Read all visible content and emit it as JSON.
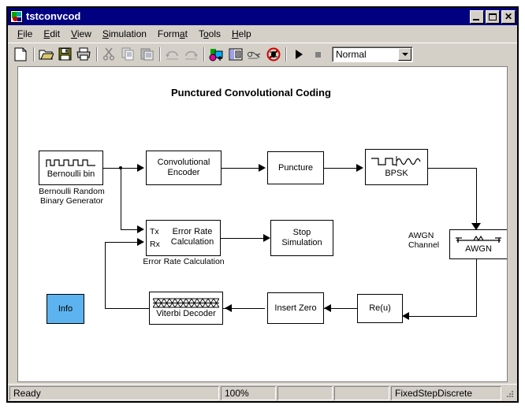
{
  "window": {
    "title": "tstconvcod",
    "icon": "simulink-model-icon",
    "controls": {
      "minimize": "_",
      "maximize": "□",
      "close": "×"
    }
  },
  "menubar": {
    "items": [
      {
        "name": "file",
        "label": "File",
        "accel": "F"
      },
      {
        "name": "edit",
        "label": "Edit",
        "accel": "E"
      },
      {
        "name": "view",
        "label": "View",
        "accel": "V"
      },
      {
        "name": "simulation",
        "label": "Simulation",
        "accel": "S"
      },
      {
        "name": "format",
        "label": "Format",
        "accel": "a"
      },
      {
        "name": "tools",
        "label": "Tools",
        "accel": "o"
      },
      {
        "name": "help",
        "label": "Help",
        "accel": "H"
      }
    ]
  },
  "toolbar": {
    "buttons": [
      {
        "name": "new-model-icon",
        "tip": "New model"
      },
      {
        "name": "open-folder-icon",
        "tip": "Open model"
      },
      {
        "name": "save-floppy-icon",
        "tip": "Save model"
      },
      {
        "name": "print-icon",
        "tip": "Print"
      },
      {
        "name": "cut-scissors-icon",
        "tip": "Cut"
      },
      {
        "name": "copy-icon",
        "tip": "Copy"
      },
      {
        "name": "paste-icon",
        "tip": "Paste"
      },
      {
        "name": "undo-icon",
        "tip": "Undo"
      },
      {
        "name": "redo-icon",
        "tip": "Redo"
      },
      {
        "name": "library-browser-icon",
        "tip": "Library Browser"
      },
      {
        "name": "model-explorer-icon",
        "tip": "Model Explorer"
      },
      {
        "name": "update-diagram-icon",
        "tip": "Update diagram"
      },
      {
        "name": "debug-icon",
        "tip": "Debug"
      },
      {
        "name": "start-simulation-icon",
        "tip": "Start simulation"
      },
      {
        "name": "stop-simulation-icon",
        "tip": "Stop simulation"
      }
    ],
    "sim_mode": {
      "value": "Normal",
      "arrow": "chevron-down-icon"
    }
  },
  "diagram": {
    "title": "Punctured Convolutional Coding",
    "blocks": [
      {
        "name": "bernoulli-binary-generator",
        "label": "Bernoulli bin",
        "caption": "Bernoulli Random\nBinary Generator",
        "icon": "square-wave-icon"
      },
      {
        "name": "convolutional-encoder",
        "label": "Convolutional\nEncoder",
        "caption": "",
        "icon": ""
      },
      {
        "name": "puncture",
        "label": "Puncture",
        "caption": "",
        "icon": ""
      },
      {
        "name": "bpsk-modulator",
        "label": "BPSK",
        "caption": "",
        "icon": "square-to-sine-wave-icon"
      },
      {
        "name": "awgn-channel",
        "label": "AWGN",
        "caption": "AWGN\nChannel",
        "icon": "noise-resistor-icon"
      },
      {
        "name": "error-rate-calculation",
        "label": "Error Rate\nCalculation",
        "caption": "Error Rate Calculation",
        "icon": "",
        "ports": [
          "Tx",
          "Rx"
        ]
      },
      {
        "name": "stop-simulation-block",
        "label": "Stop\nSimulation",
        "caption": "",
        "icon": ""
      },
      {
        "name": "info-block",
        "label": "Info",
        "caption": "",
        "icon": ""
      },
      {
        "name": "viterbi-decoder",
        "label": "Viterbi Decoder",
        "caption": "",
        "icon": "trellis-icon"
      },
      {
        "name": "insert-zero",
        "label": "Insert Zero",
        "caption": "",
        "icon": ""
      },
      {
        "name": "complex-to-real",
        "label": "Re(u)",
        "caption": "",
        "icon": ""
      }
    ]
  },
  "statusbar": {
    "ready": "Ready",
    "zoom": "100%",
    "blank1": "",
    "blank2": "",
    "solver": "FixedStepDiscrete",
    "grip": "resize-grip-icon"
  },
  "colors": {
    "titlebar": "#000080",
    "window_face": "#d4d0c8",
    "canvas": "#ffffff",
    "info_block": "#5cb3ef",
    "wire": "#000000"
  }
}
